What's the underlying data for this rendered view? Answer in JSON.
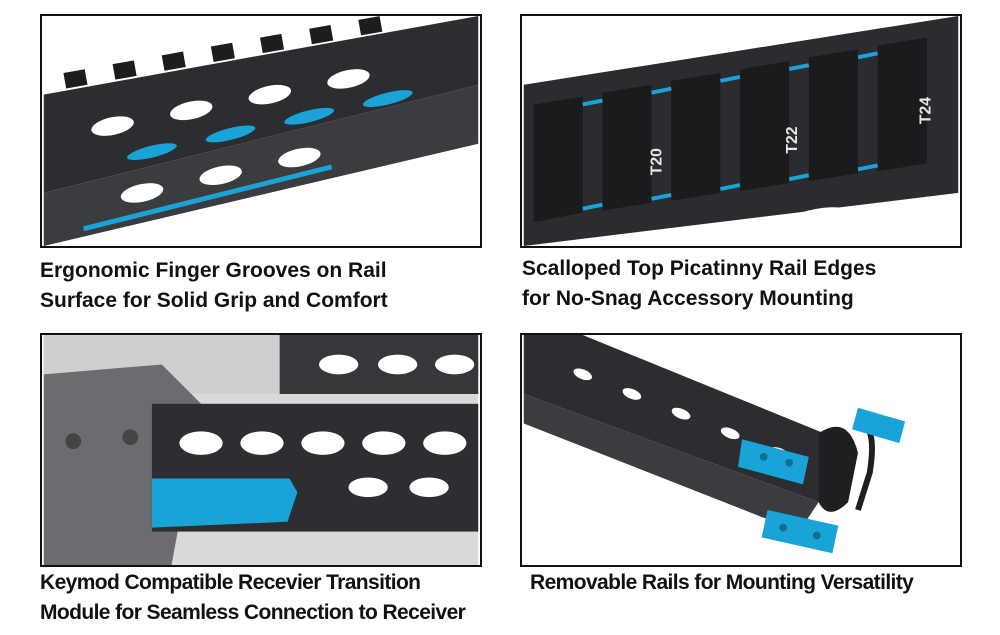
{
  "accent_color": "#1aa3d6",
  "panels": [
    {
      "id": "finger-grooves",
      "icon": "handguard-finger-grooves-photo",
      "caption": [
        "Ergonomic Finger Grooves on Rail",
        "Surface for Solid Grip and Comfort"
      ]
    },
    {
      "id": "scalloped-rail",
      "icon": "picatinny-rail-photo",
      "rail_markings": [
        "T20",
        "T22",
        "T24"
      ],
      "caption": [
        "Scalloped Top Picatinny Rail Edges",
        "for No-Snag Accessory Mounting"
      ]
    },
    {
      "id": "transition-module",
      "icon": "receiver-transition-photo",
      "caption": [
        "Keymod Compatible Recevier Transition",
        "Module for Seamless Connection to Receiver"
      ]
    },
    {
      "id": "removable-rails",
      "icon": "removable-rails-photo",
      "caption": [
        "Removable Rails for Mounting Versatility"
      ]
    }
  ]
}
